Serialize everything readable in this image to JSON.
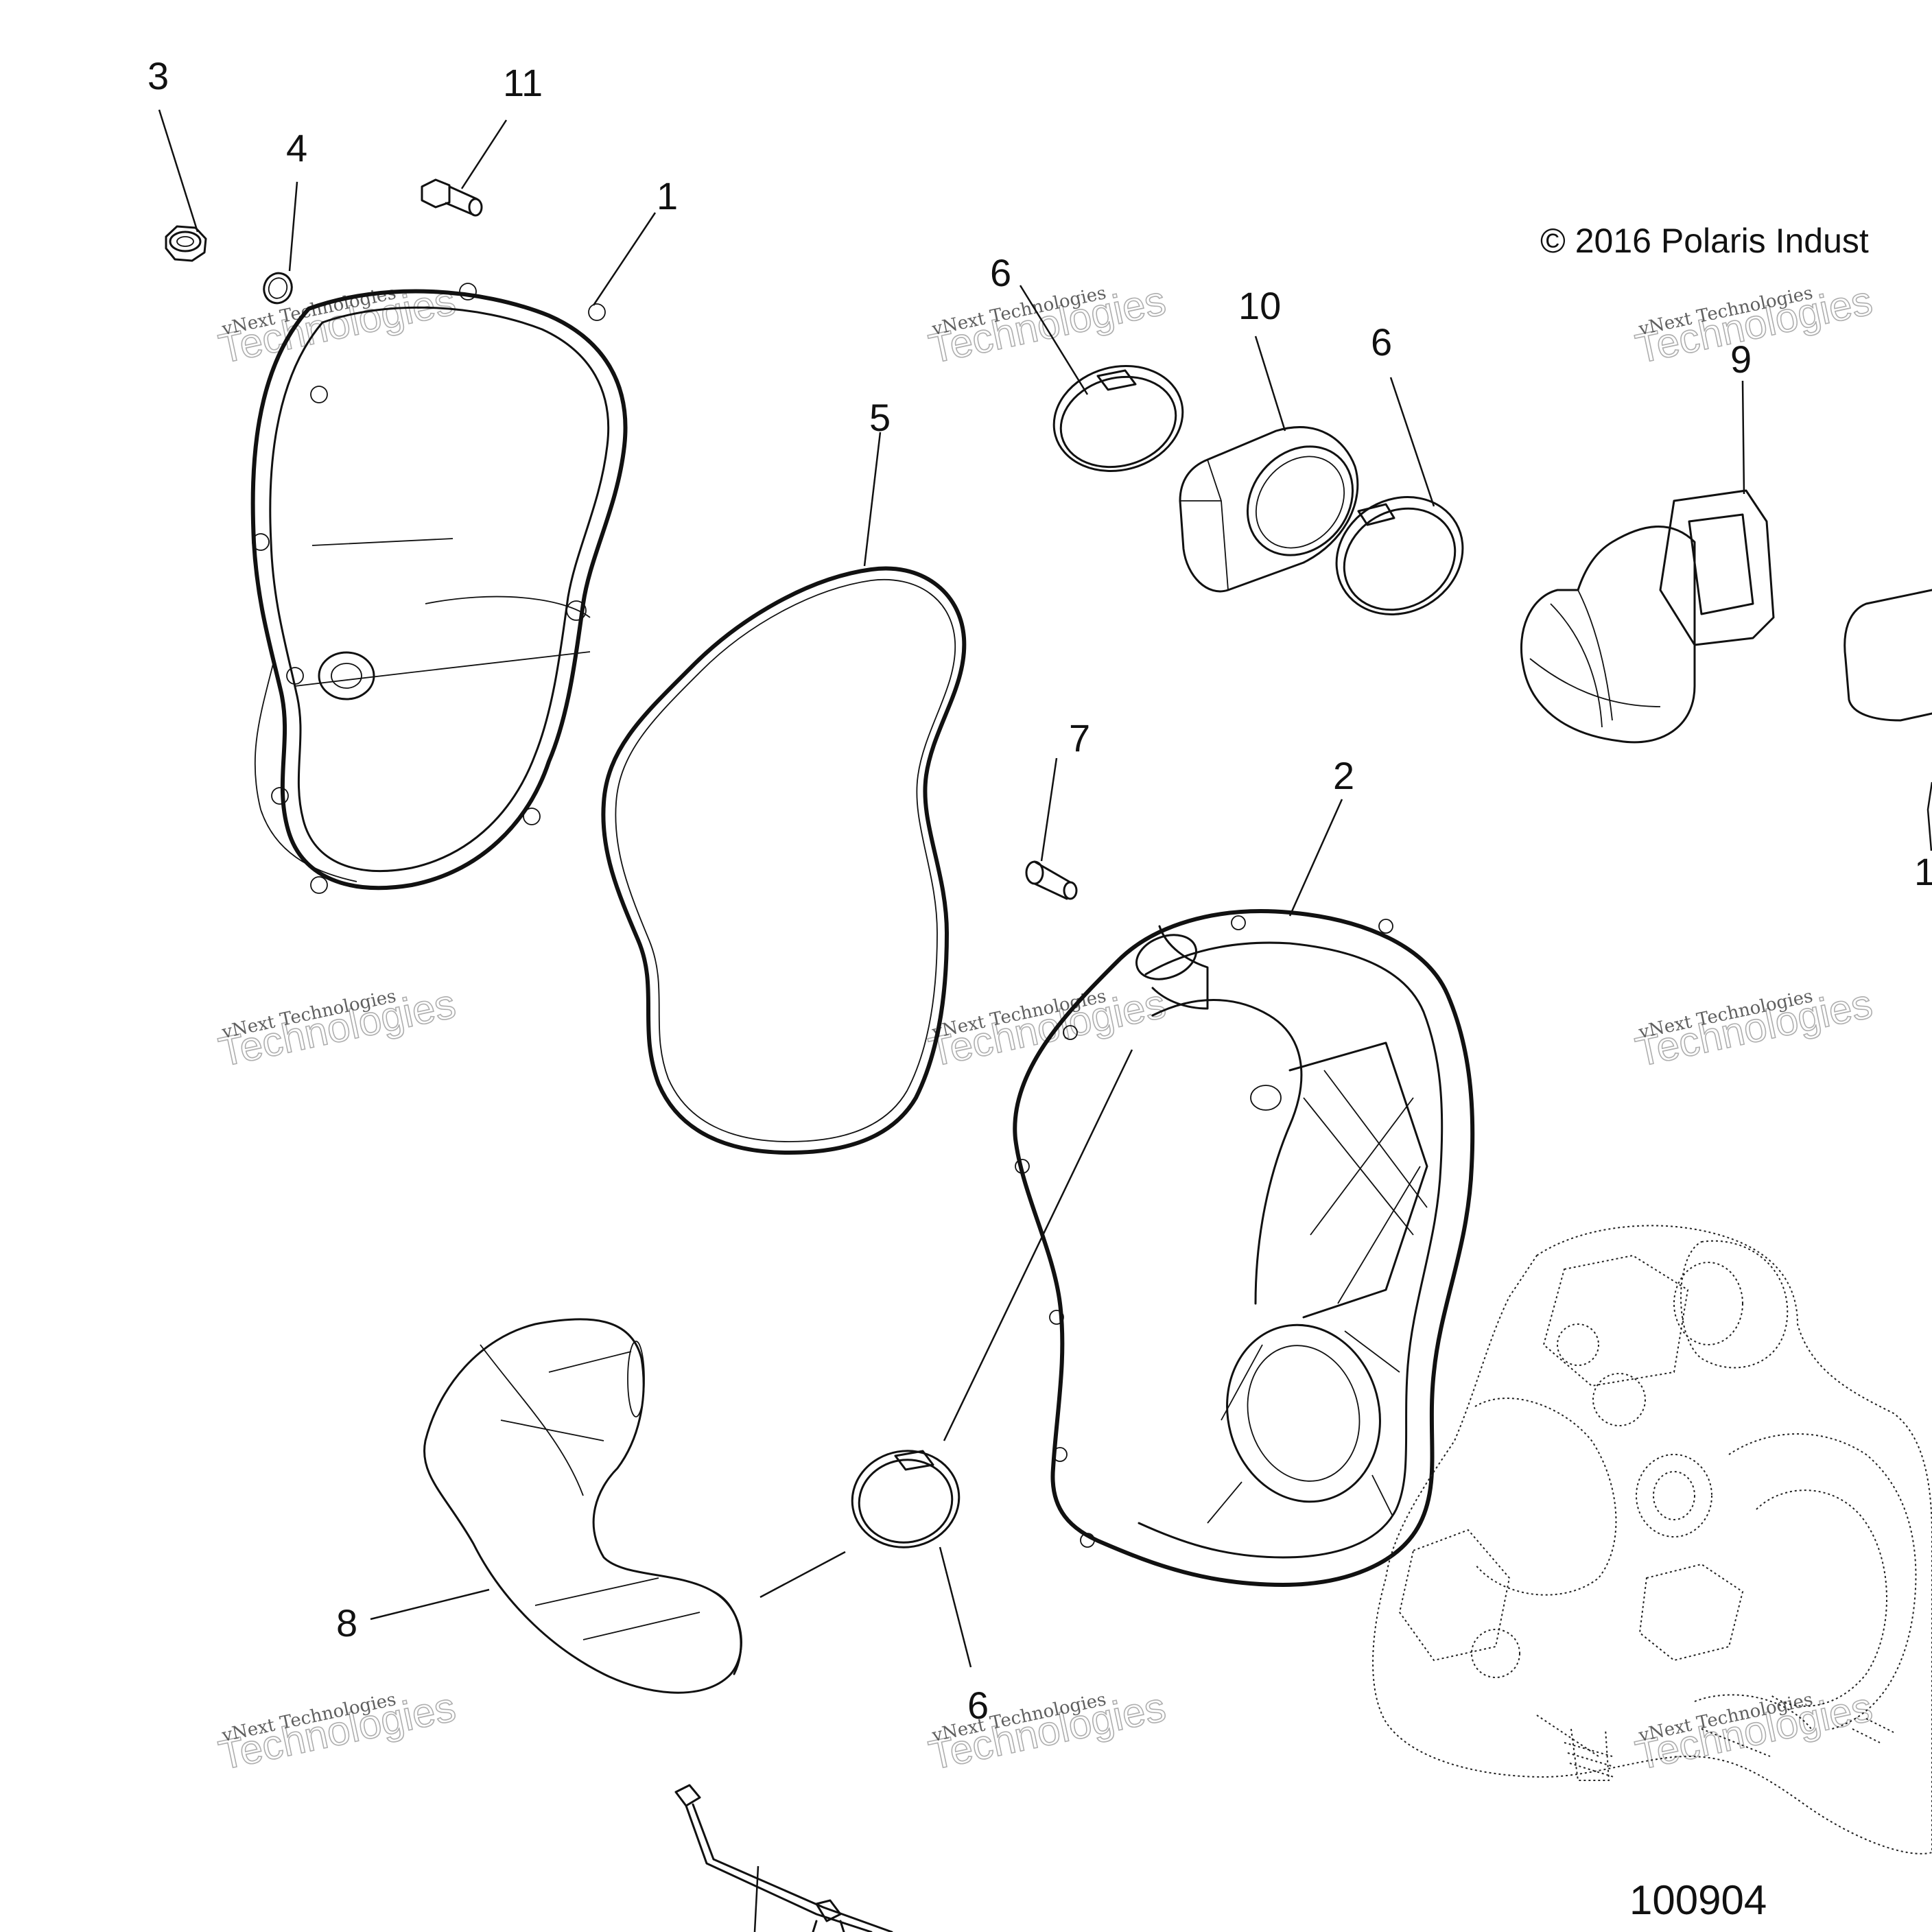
{
  "copyright": "© 2016 Polaris Indust",
  "figure_number": "100904",
  "watermark": {
    "line1": "vNext Technologies",
    "line2": "Technologies"
  },
  "callouts": [
    "3",
    "11",
    "4",
    "1",
    "5",
    "6",
    "10",
    "6",
    "9",
    "7",
    "2",
    "8",
    "6",
    "1"
  ]
}
